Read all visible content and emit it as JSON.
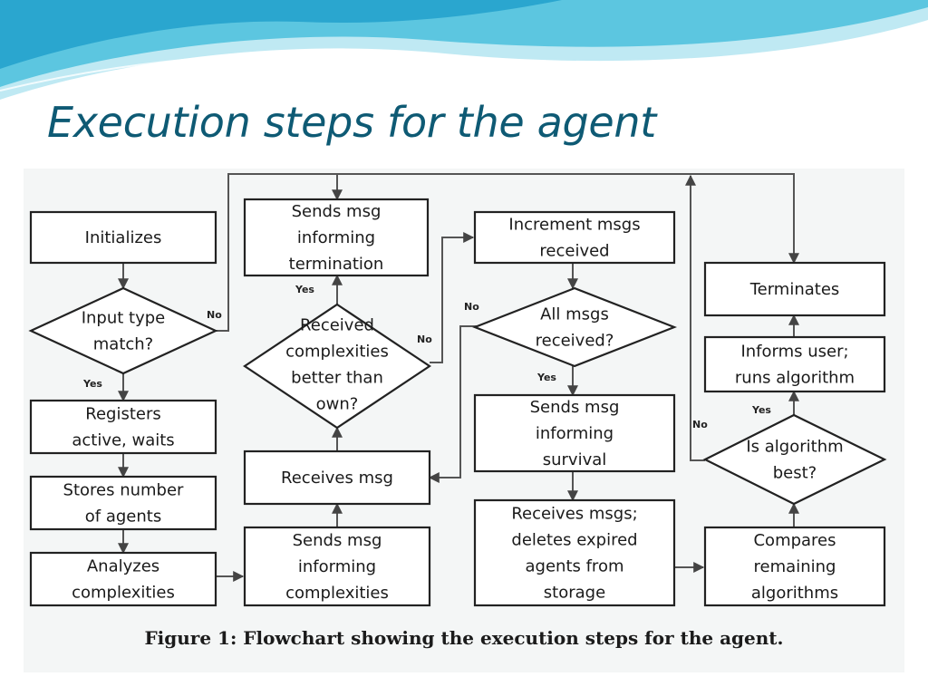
{
  "slide": {
    "title": "Execution steps for the agent",
    "caption": "Figure 1: Flowchart showing the execution steps for the agent."
  },
  "colors": {
    "title": "#0e5a74",
    "wave_dark": "#3fb8d8",
    "wave_light": "#bfe9f3"
  },
  "flowchart": {
    "nodes": {
      "initializes": [
        "Initializes"
      ],
      "input_type_match": [
        "Input type",
        "match?"
      ],
      "registers": [
        "Registers",
        "active, waits"
      ],
      "stores_number": [
        "Stores number",
        "of agents"
      ],
      "analyzes": [
        "Analyzes",
        "complexities"
      ],
      "sends_termination": [
        "Sends msg",
        "informing",
        "termination"
      ],
      "received_complexities": [
        "Received",
        "complexities",
        "better than",
        "own?"
      ],
      "receives_msg": [
        "Receives msg"
      ],
      "sends_complexities": [
        "Sends msg",
        "informing",
        "complexities"
      ],
      "increment_msgs": [
        "Increment msgs",
        "received"
      ],
      "all_msgs": [
        "All msgs",
        "received?"
      ],
      "sends_survival": [
        "Sends msg",
        "informing",
        "survival"
      ],
      "receives_msgs": [
        "Receives msgs;",
        "deletes expired",
        "agents from",
        "storage"
      ],
      "terminates": [
        "Terminates"
      ],
      "informs_user": [
        "Informs user;",
        "runs algorithm"
      ],
      "is_algorithm_best": [
        "Is algorithm",
        "best?"
      ],
      "compares": [
        "Compares",
        "remaining",
        "algorithms"
      ]
    },
    "edge_labels": {
      "input_no": "No",
      "input_yes": "Yes",
      "received_yes": "Yes",
      "received_no": "No",
      "all_no": "No",
      "all_yes": "Yes",
      "best_yes": "Yes",
      "best_no": "No"
    }
  }
}
